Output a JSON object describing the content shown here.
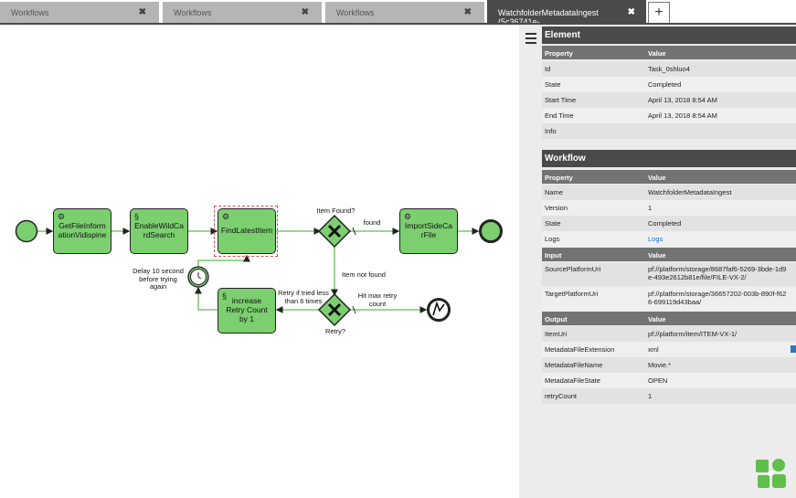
{
  "tabs": [
    {
      "label": "Workflows",
      "close": "✖"
    },
    {
      "label": "Workflows",
      "close": "✖"
    },
    {
      "label": "Workflows",
      "close": "✖"
    },
    {
      "label": "WatchfolderMetadataIngest (5c36741e-…",
      "close": "✖"
    }
  ],
  "add_tab": "+",
  "diagram": {
    "tasks": {
      "get_file": "GetFileInformationVidispine",
      "enable_wildcard": "EnableWildCardSearch",
      "find_latest": "FindLatestItem",
      "import_sidecar": "ImportSideCarFile",
      "increase_retry": "increase Retry Count by 1"
    },
    "labels": {
      "item_found": "Item Found?",
      "found": "found",
      "item_not_found": "Item not found",
      "hit_max_retry": "Hit max retry count",
      "retry": "Retry?",
      "retry_if": "Retry if tried less than 6 times",
      "delay": "Delay 10 second before trying again"
    }
  },
  "element": {
    "title": "Element",
    "header": {
      "property": "Property",
      "value": "Value"
    },
    "rows": [
      {
        "property": "Id",
        "value": "Task_0shluo4"
      },
      {
        "property": "State",
        "value": "Completed"
      },
      {
        "property": "Start Time",
        "value": "April 13, 2018 8:54 AM"
      },
      {
        "property": "End Time",
        "value": "April 13, 2018 8:54 AM"
      },
      {
        "property": "Info",
        "value": ""
      }
    ]
  },
  "workflow": {
    "title": "Workflow",
    "header": {
      "property": "Property",
      "value": "Value"
    },
    "rows": [
      {
        "property": "Name",
        "value": "WatchfolderMetadataIngest"
      },
      {
        "property": "Version",
        "value": "1"
      },
      {
        "property": "State",
        "value": "Completed"
      },
      {
        "property": "Logs",
        "value": "Logs"
      }
    ],
    "input_header": {
      "property": "Input",
      "value": "Value"
    },
    "inputs": [
      {
        "property": "SourcePlatformUri",
        "value": "pf://platform/storage/8687faf6-5269-3bde-1d9e-493e2612b81e/file/FILE-VX-2/"
      },
      {
        "property": "TargetPlatformUri",
        "value": "pf://platform/storage/36657202-003b-890f-f626-699119d43baa/"
      }
    ],
    "output_header": {
      "property": "Output",
      "value": "Value"
    },
    "outputs": [
      {
        "property": "ItemUri",
        "value": "pf://platform/item/ITEM-VX-1/"
      },
      {
        "property": "MetadataFileExtension",
        "value": "xml"
      },
      {
        "property": "MetadataFileName",
        "value": "Movie.*"
      },
      {
        "property": "MetadataFileState",
        "value": "OPEN"
      },
      {
        "property": "retryCount",
        "value": "1"
      }
    ]
  },
  "colors": {
    "task_fill": "#7bcf6f",
    "panel_header": "#4a4a4a",
    "link": "#1a6fc9"
  }
}
